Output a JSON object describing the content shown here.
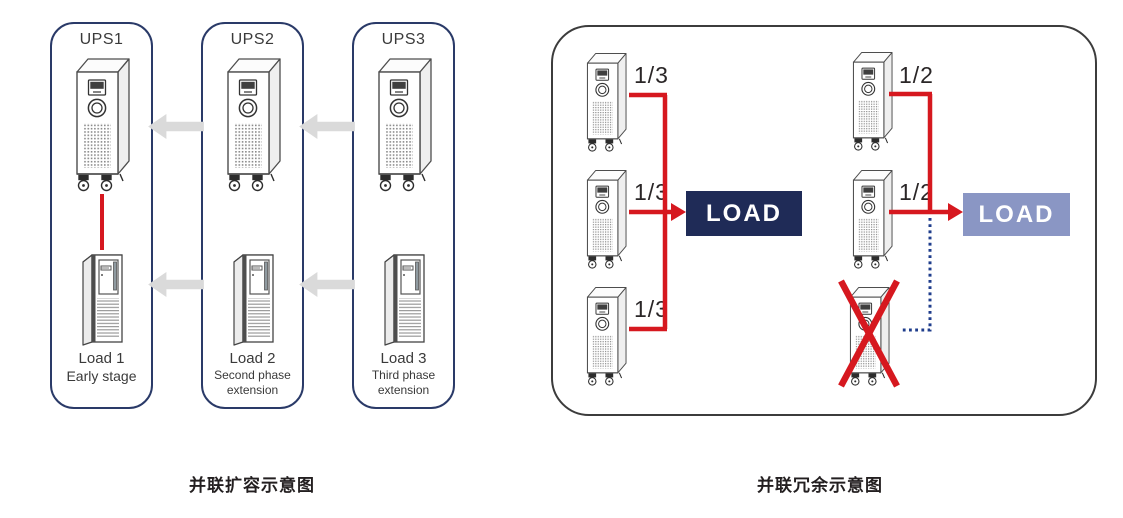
{
  "left_diagram": {
    "caption": "并联扩容示意图",
    "panels": [
      {
        "ups_label": "UPS1",
        "load_title": "Load 1",
        "load_subtitle": "Early stage"
      },
      {
        "ups_label": "UPS2",
        "load_title": "Load 2",
        "load_subtitle": "Second phase extension"
      },
      {
        "ups_label": "UPS3",
        "load_title": "Load 3",
        "load_subtitle": "Third phase extension"
      }
    ]
  },
  "right_diagram": {
    "caption": "并联冗余示意图",
    "load_sharing_group": {
      "unit_share_labels": [
        "1/3",
        "1/3",
        "1/3"
      ],
      "load_box_label": "LOAD"
    },
    "redundancy_group": {
      "unit_share_labels": [
        "1/2",
        "1/2"
      ],
      "load_box_label": "LOAD"
    }
  },
  "colors": {
    "accent_red": "#d6181f",
    "panel_border_navy": "#2a3a68",
    "load_box_dark": "#1f2b57",
    "load_box_light": "#8a96c4",
    "dotted_line_blue": "#1f3d8c",
    "arrow_gray": "#dadada"
  }
}
